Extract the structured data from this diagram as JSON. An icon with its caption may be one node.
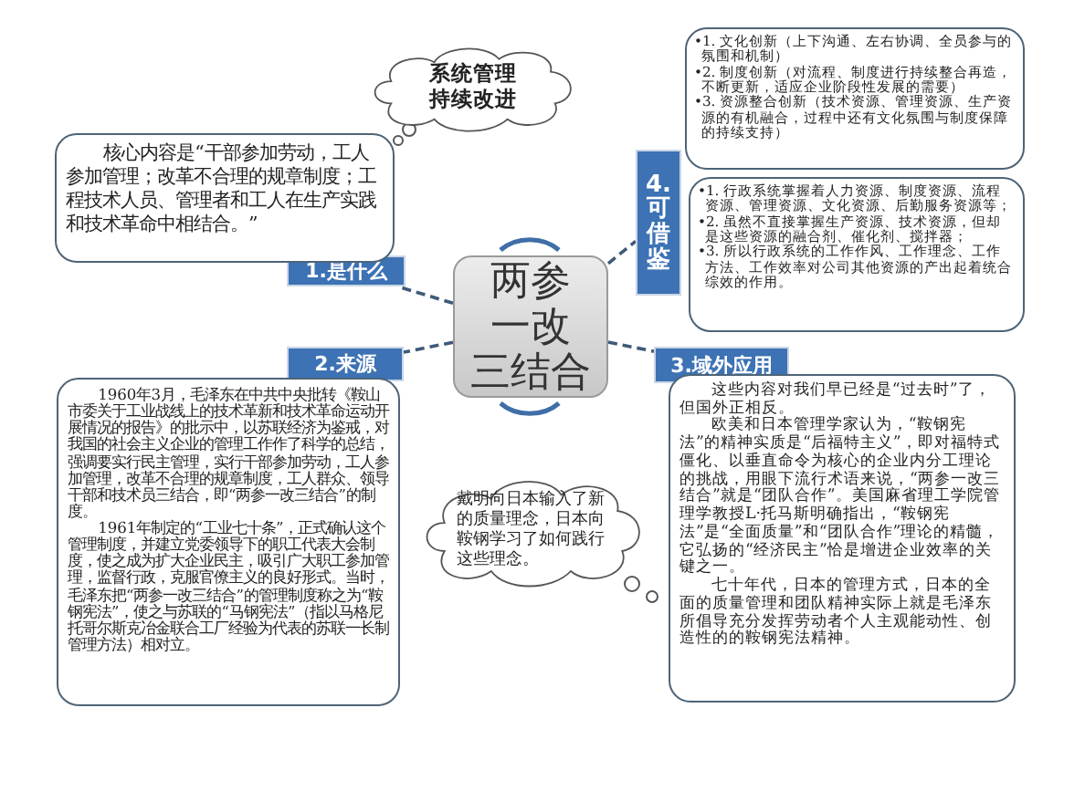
{
  "diagram": {
    "nodes": [
      {
        "text": [
          "两参一改三结合"
        ]
      },
      {
        "text": [
          "1.是什么"
        ]
      },
      {
        "text": [
          "核心内容是“干部参加劳动，工人参加管理；改革不合理的规章制度；工程技术人员、管理者和工人在生产实践和技术革命中相结合。”"
        ]
      },
      {
        "text": [
          "系统管理持续改进"
        ]
      },
      {
        "text": [
          "2.来源"
        ]
      },
      {
        "text": [
          "1960年3月，毛泽东在中共中央批转《鞍山市委关于工业战线上的技术革新和技术革命运动开展情况的报告》的批示中，以苏联经济为鉴戒，对我国的社会主义企业的管理工作作了科学的总结，强调要实行民主管理，实行干部参加劳动，工人参加管理，改革不合理的规章制度，工人群众、领导干部和技术员三结合，即“两参一改三结合”的制度。",
          "1961年制定的“工业七十条”，正式确认这个管理制度，并建立党委领导下的职工代表大会制度，使之成为扩大企业民主，吸引广大职工参加管理，监督行政，克服官僚主义的良好形式。当时，毛泽东把“两参一改三结合”的管理制度称之为“鞍钢宪法”，使之与苏联的“马钢宪法”（指以马格尼托哥尔斯克冶金联合工厂经验为代表的苏联一长制管理方法）相对立。"
        ]
      },
      {
        "text": [
          "3.域外应用"
        ]
      },
      {
        "text": [
          "这些内容对我们早已经是“过去时”了，但国外正相反。",
          "欧美和日本管理学家认为，“鞍钢宪法”的精神实质是“后福特主义”，即对福特式僵化、以垂直命令为核心的企业内分工理论的挑战，用眼下流行术语来说，“两参一改三结合”就是“团队合作”。美国麻省理工学院管理学教授L·托马斯明确指出，“鞍钢宪法”是“全面质量”和“团队合作”理论的精髓，它弘扬的“经济民主”恰是增进企业效率的关键之一。",
          "七十年代，日本的管理方式，日本的全面的质量管理和团队精神实际上就是毛泽东所倡导充分发挥劳动者个人主观能动性、创造性的的鞍钢宪法精神。"
        ]
      },
      {
        "text": [
          "戴明向日本输入了新的质量理念，日本向鞍钢学习了如何践行这些理念。"
        ]
      },
      {
        "text": [
          "4.可借鉴"
        ]
      },
      {
        "text": [
          "•1. 文化创新（上下沟通、左右协调、全员参与的氛围和机制）",
          "•2. 制度创新（对流程、制度进行持续整合再造，不断更新，适应企业阶段性发展的需要）",
          "•3. 资源整合创新（技术资源、管理资源、生产资源的有机融合，过程中还有文化氛围与制度保障的持续支持）"
        ]
      },
      {
        "text": [
          "•1. 行政系统掌握着人力资源、制度资源、流程资源、管理资源、文化资源、后勤服务资源等；",
          "•2. 虽然不直接掌握生产资源、技术资源，但却是这些资源的融合剂、催化剂、搅拌器；",
          "•3. 所以行政系统的工作作风、工作理念、工作方法、工作效率对公司其他资源的产出起着统合综效的作用。"
        ]
      }
    ],
    "edges": [
      {
        "from": 0,
        "to": 1,
        "arrow": "none",
        "style": "dashed"
      },
      {
        "from": 0,
        "to": 4,
        "arrow": "none",
        "style": "dashed"
      },
      {
        "from": 0,
        "to": 6,
        "arrow": "none",
        "style": "dashed"
      },
      {
        "from": 0,
        "to": 9,
        "arrow": "none",
        "style": "dashed"
      }
    ]
  }
}
